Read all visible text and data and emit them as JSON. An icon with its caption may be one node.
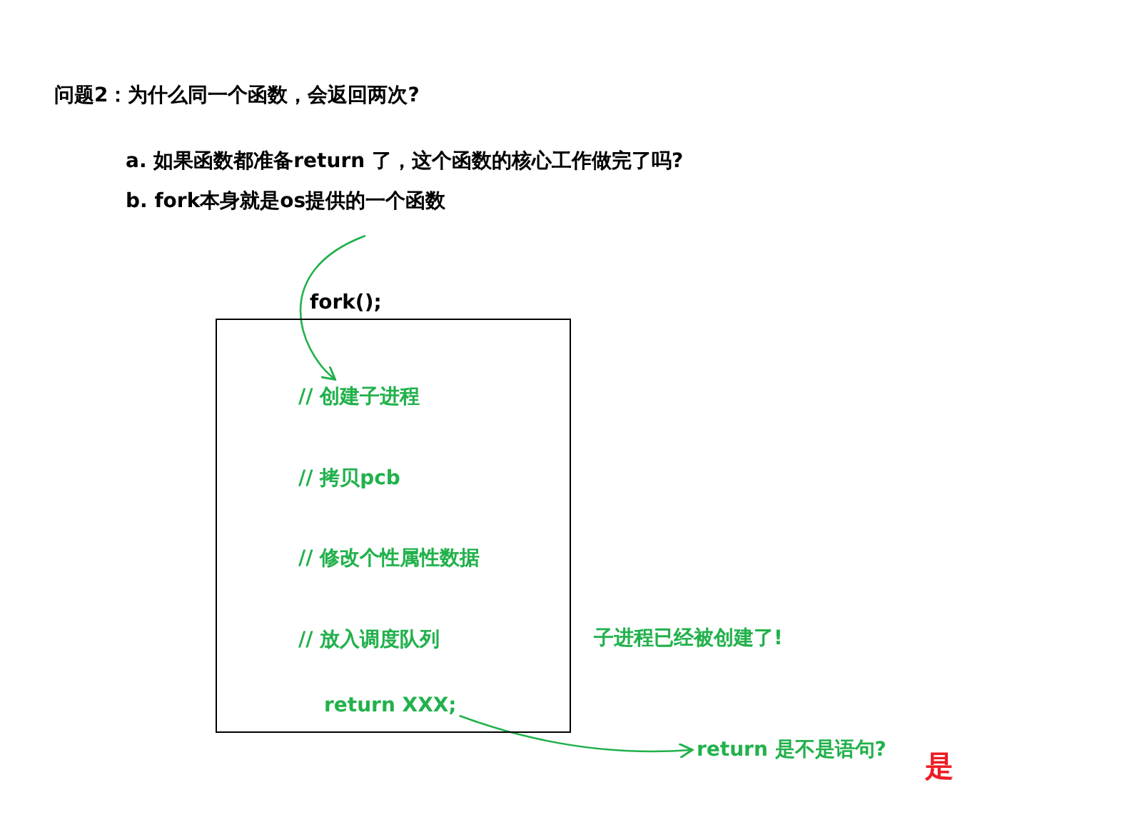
{
  "diagram": {
    "title": "问题2：为什么同一个函数，会返回两次?",
    "nodes": [
      {
        "text": [
          "fork();"
        ]
      },
      {
        "text": [
          "// 创建子进程"
        ],
        "in": 0
      },
      {
        "text": [
          "// 拷贝pcb"
        ],
        "in": 0
      },
      {
        "text": [
          "// 修改个性属性数据"
        ],
        "in": 0
      },
      {
        "text": [
          "// 放入调度队列"
        ],
        "in": 0
      },
      {
        "text": [
          "return XXX;"
        ],
        "in": 0
      },
      {
        "text": [
          "子进程已经被创建了!"
        ]
      },
      {
        "text": [
          "return 是不是语句?"
        ]
      },
      {
        "text": [
          "是"
        ]
      }
    ],
    "edges": [
      {
        "from": null,
        "to": 1,
        "arrow": "to"
      },
      {
        "from": 5,
        "to": 7,
        "arrow": "to"
      }
    ],
    "labels": [
      "a. 如果函数都准备return 了，这个函数的核心工作做完了吗?",
      "b. fork本身就是os提供的一个函数"
    ]
  }
}
